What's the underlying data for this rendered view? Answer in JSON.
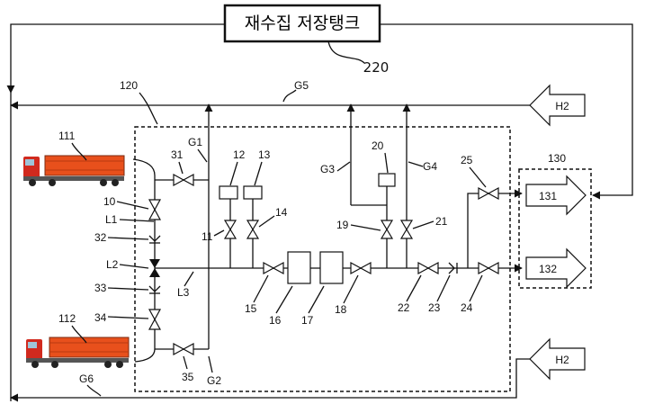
{
  "storage_tank": {
    "label": "재수집 저장탱크",
    "ref": "220"
  },
  "blocks": {
    "station": "120",
    "dispensers": "130",
    "dispenser_top": "131",
    "dispenser_bottom": "132"
  },
  "inputs": {
    "top_h2": "H2",
    "bottom_h2": "H2"
  },
  "trailers": {
    "top": "111",
    "bottom": "112"
  },
  "gas_lines": {
    "g1": "G1",
    "g2": "G2",
    "g3": "G3",
    "g4": "G4",
    "g5": "G5",
    "g6": "G6"
  },
  "lines": {
    "l1": "L1",
    "l2": "L2",
    "l3": "L3"
  },
  "components": {
    "c10": "10",
    "c11": "11",
    "c12": "12",
    "c13": "13",
    "c14": "14",
    "c15": "15",
    "c16": "16",
    "c17": "17",
    "c18": "18",
    "c19": "19",
    "c20": "20",
    "c21": "21",
    "c22": "22",
    "c23": "23",
    "c24": "24",
    "c25": "25",
    "c31": "31",
    "c32": "32",
    "c33": "33",
    "c34": "34",
    "c35": "35"
  }
}
